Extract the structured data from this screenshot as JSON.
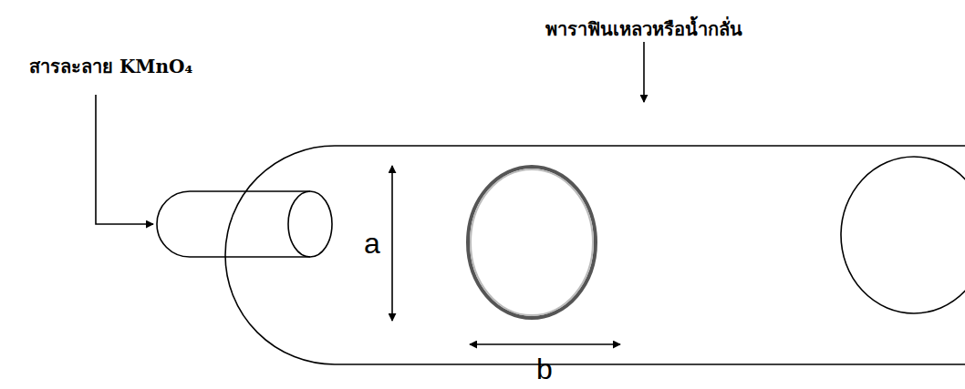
{
  "diagram": {
    "labels": [
      "สารละลาย KMnO₄",
      "พาราฟินเหลวหรือน้ำกลั่น",
      "a",
      "b"
    ]
  }
}
